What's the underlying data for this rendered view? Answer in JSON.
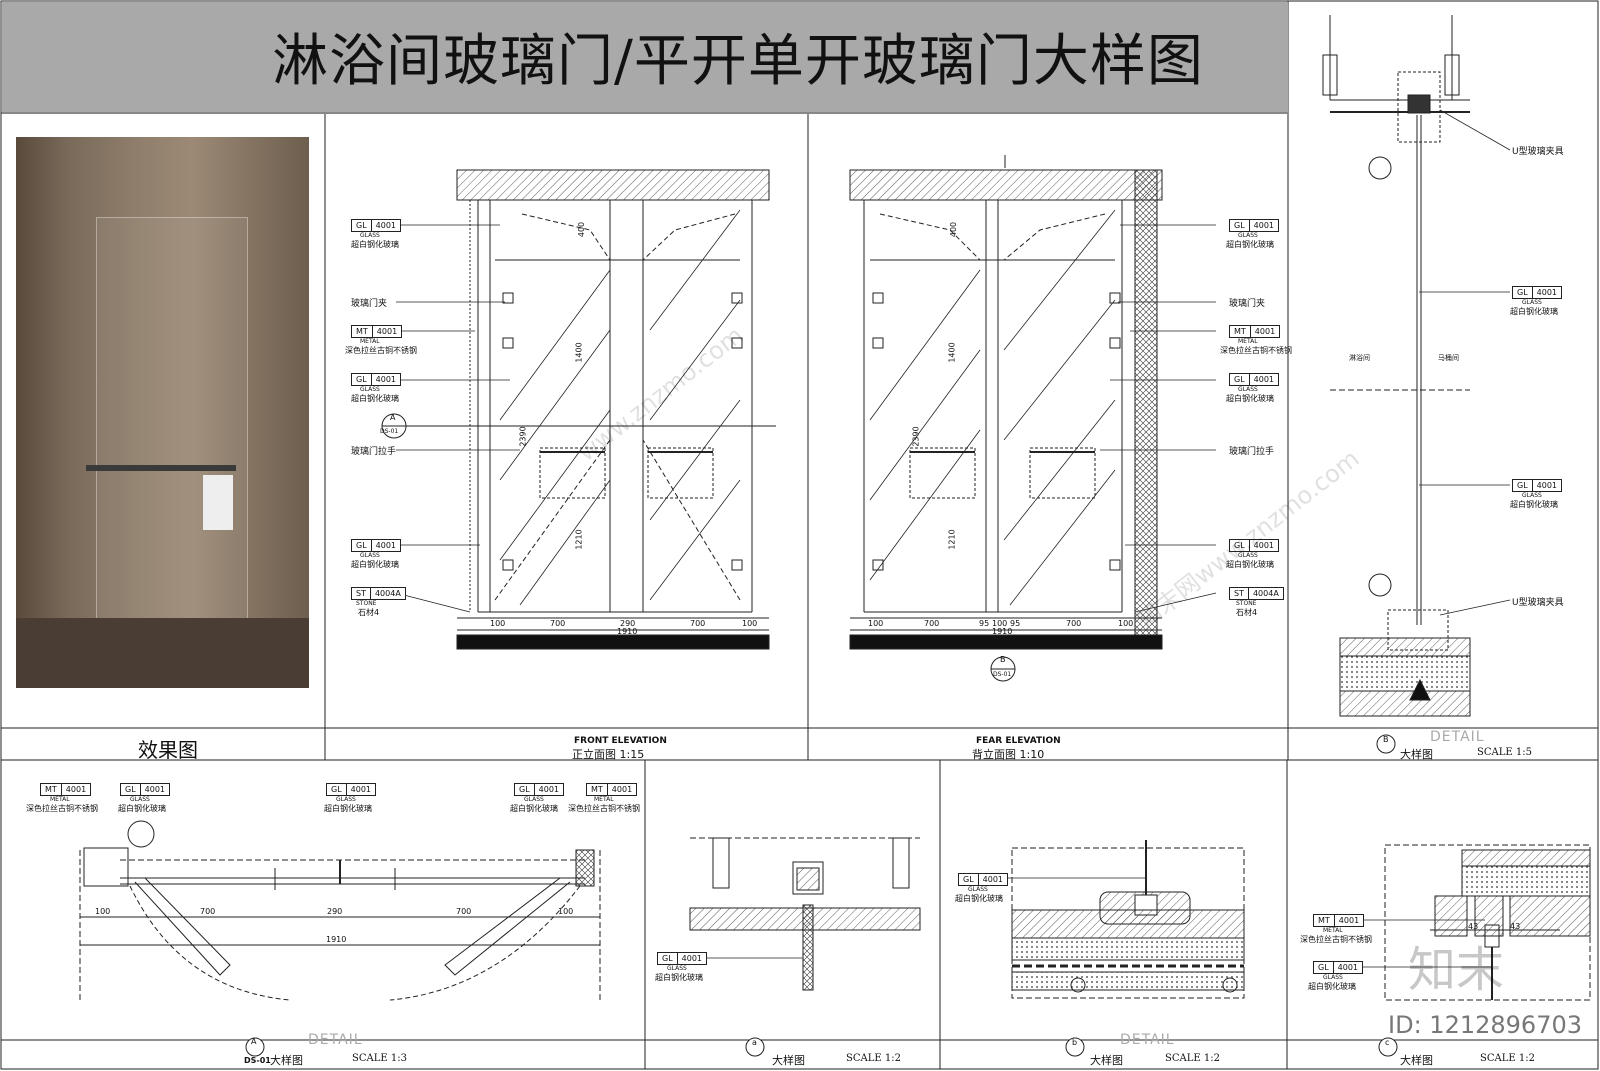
{
  "title": "淋浴间玻璃门/平开单开玻璃门大样图",
  "render": {
    "caption": "效果图"
  },
  "front": {
    "caption_en": "FRONT ELEVATION",
    "caption_cn": "正立面图 1:15",
    "tags": [
      {
        "code": "GL",
        "num": "4001",
        "en": "GLASS",
        "cn": "超白钢化玻璃"
      },
      {
        "code": "MT",
        "num": "4001",
        "en": "METAL",
        "cn": "深色拉丝古铜不锈钢"
      },
      {
        "code": "GL",
        "num": "4001",
        "en": "GLASS",
        "cn": "超白钢化玻璃"
      },
      {
        "code": "GL",
        "num": "4001",
        "en": "GLASS",
        "cn": "超白钢化玻璃"
      },
      {
        "code": "ST",
        "num": "4004A",
        "en": "STONE",
        "cn": "石材4"
      }
    ],
    "callouts": [
      "玻璃门夹",
      "玻璃门拉手"
    ],
    "dims": [
      "100",
      "700",
      "290",
      "700",
      "100",
      "1910",
      "400",
      "1400",
      "2390",
      "1210"
    ],
    "section_mark": {
      "letter": "A",
      "sheet": "DS-01"
    }
  },
  "back": {
    "caption_en": "FEAR ELEVATION",
    "caption_cn": "背立面图 1:10",
    "tags": [
      {
        "code": "GL",
        "num": "4001",
        "en": "GLASS",
        "cn": "超白钢化玻璃"
      },
      {
        "code": "MT",
        "num": "4001",
        "en": "METAL",
        "cn": "深色拉丝古铜不锈钢"
      },
      {
        "code": "GL",
        "num": "4001",
        "en": "GLASS",
        "cn": "超白钢化玻璃"
      },
      {
        "code": "GL",
        "num": "4001",
        "en": "GLASS",
        "cn": "超白钢化玻璃"
      },
      {
        "code": "ST",
        "num": "4004A",
        "en": "STONE",
        "cn": "石材4"
      }
    ],
    "callouts": [
      "玻璃门夹",
      "玻璃门拉手"
    ],
    "dims": [
      "100",
      "700",
      "95",
      "100",
      "95",
      "700",
      "100",
      "1910",
      "400",
      "1400",
      "2390",
      "1210"
    ],
    "section_mark": {
      "letter": "B",
      "sheet": "DS-01"
    }
  },
  "detail_b": {
    "callouts": [
      "U型玻璃夹具",
      "U型玻璃夹具"
    ],
    "tags": [
      {
        "code": "GL",
        "num": "4001",
        "en": "GLASS",
        "cn": "超白钢化玻璃"
      },
      {
        "code": "GL",
        "num": "4001",
        "en": "GLASS",
        "cn": "超白钢化玻璃"
      }
    ],
    "rooms": [
      "淋浴间",
      "马桶间"
    ],
    "mark": {
      "letter": "B"
    },
    "detail_word": "DETAIL",
    "caption_cn": "大样图",
    "scale": "SCALE 1:5"
  },
  "plan_a": {
    "tags": [
      {
        "code": "MT",
        "num": "4001",
        "en": "METAL",
        "cn": "深色拉丝古铜不锈钢"
      },
      {
        "code": "GL",
        "num": "4001",
        "en": "GLASS",
        "cn": "超白钢化玻璃"
      },
      {
        "code": "GL",
        "num": "4001",
        "en": "GLASS",
        "cn": "超白钢化玻璃"
      },
      {
        "code": "GL",
        "num": "4001",
        "en": "GLASS",
        "cn": "超白钢化玻璃"
      },
      {
        "code": "MT",
        "num": "4001",
        "en": "METAL",
        "cn": "深色拉丝古铜不锈钢"
      }
    ],
    "dims": [
      "100",
      "700",
      "290",
      "700",
      "100",
      "1910"
    ],
    "mark": {
      "letter": "A",
      "sheet": "DS-01"
    },
    "detail_word": "DETAIL",
    "caption_cn": "大样图",
    "scale": "SCALE 1:3"
  },
  "detail_a": {
    "tag": {
      "code": "GL",
      "num": "4001",
      "en": "GLASS",
      "cn": "超白钢化玻璃"
    },
    "mark": {
      "letter": "a"
    },
    "caption_cn": "大样图",
    "scale": "SCALE 1:2"
  },
  "detail_b2": {
    "tag": {
      "code": "GL",
      "num": "4001",
      "en": "GLASS",
      "cn": "超白钢化玻璃"
    },
    "mark": {
      "letter": "b"
    },
    "detail_word": "DETAIL",
    "caption_cn": "大样图",
    "scale": "SCALE 1:2"
  },
  "detail_c": {
    "tags": [
      {
        "code": "MT",
        "num": "4001",
        "en": "METAL",
        "cn": "深色拉丝古铜不锈钢"
      },
      {
        "code": "GL",
        "num": "4001",
        "en": "GLASS",
        "cn": "超白钢化玻璃"
      }
    ],
    "dims": [
      "43",
      "43"
    ],
    "mark": {
      "letter": "c"
    },
    "caption_cn": "大样图",
    "scale": "SCALE 1:2"
  },
  "watermark": {
    "brand_cn": "知末",
    "id": "ID: 1212896703",
    "sites": [
      "www.znzmo.com",
      "知末网www.znzmo.com"
    ]
  }
}
